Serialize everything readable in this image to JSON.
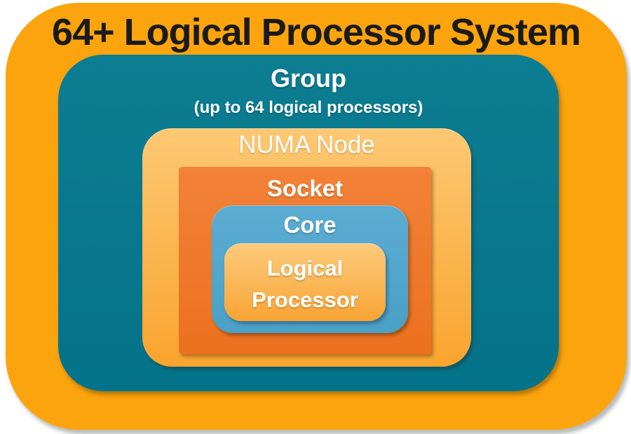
{
  "diagram": {
    "title": "64+ Logical Processor System",
    "levels": {
      "group": {
        "label": "Group",
        "sublabel": "(up to 64 logical processors)"
      },
      "numa": {
        "label": "NUMA Node"
      },
      "socket": {
        "label": "Socket"
      },
      "core": {
        "label": "Core"
      },
      "logical_processor": {
        "label": "Logical Processor"
      }
    },
    "colors": {
      "outer": "#FCA40D",
      "group_top": "#0D7D92",
      "group_bottom": "#04738A",
      "numa_top": "#FDC873",
      "numa_bottom": "#F9A42E",
      "socket_top": "#F28238",
      "socket_bottom": "#EC701E",
      "core_top": "#5CACD2",
      "core_bottom": "#4AA0C6",
      "lp_top": "#FDCB7C",
      "lp_bottom": "#F8A433",
      "title_text": "#1A1A1A",
      "label_text": "#FFFFFF"
    }
  }
}
